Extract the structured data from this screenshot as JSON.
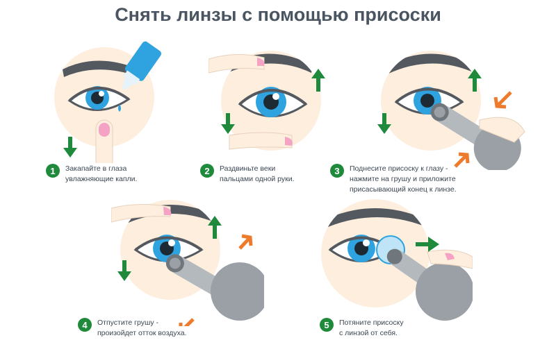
{
  "title": "Снять линзы с помощью присоски",
  "colors": {
    "skin": "#fdeede",
    "brow": "#54595f",
    "iris": "#2fa3e0",
    "arrow_green": "#1f8a3b",
    "arrow_orange": "#ee7a2b",
    "number_badge": "#1f8a3b",
    "tool_gray": "#9aa0a6"
  },
  "steps": [
    {
      "number": "1",
      "lines": [
        "Закапайте в глаза",
        "увлажняющие капли."
      ]
    },
    {
      "number": "2",
      "lines": [
        "Раздвиньте веки",
        "пальцами одной руки."
      ]
    },
    {
      "number": "3",
      "lines": [
        "Поднесите присоску к глазу -",
        "нажмите на грушу и приложите",
        "присасывающий конец к линзе."
      ]
    },
    {
      "number": "4",
      "lines": [
        "Отпустите грушу -",
        "произойдет отток воздуха."
      ]
    },
    {
      "number": "5",
      "lines": [
        "Потяните присоску",
        "с линзой от себя."
      ]
    }
  ]
}
